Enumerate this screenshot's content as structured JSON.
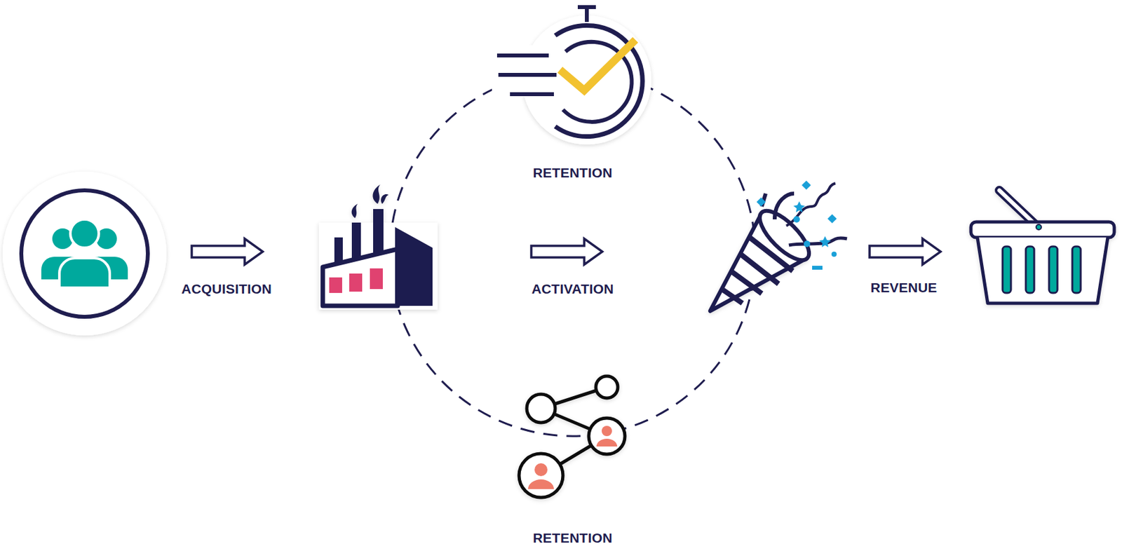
{
  "diagram": {
    "labels": [
      "ACQUISITION",
      "ACTIVATION",
      "REVENUE",
      "RETENTION",
      "RETENTION"
    ]
  }
}
